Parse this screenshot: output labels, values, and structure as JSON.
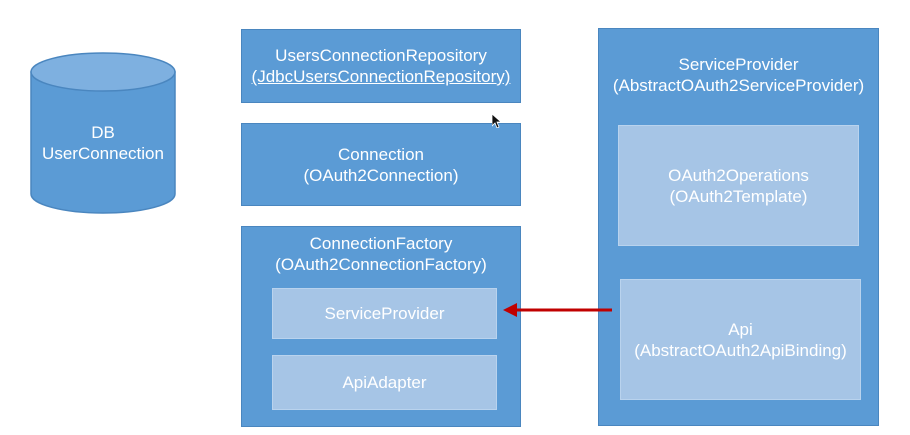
{
  "db": {
    "line1": "DB",
    "line2": "UserConnection"
  },
  "users_repo": {
    "line1": "UsersConnectionRepository",
    "line2": "(JdbcUsersConnectionRepository)"
  },
  "connection": {
    "line1": "Connection",
    "line2": "(OAuth2Connection)"
  },
  "connection_factory": {
    "line1": "ConnectionFactory",
    "line2": "(OAuth2ConnectionFactory)",
    "service_provider": "ServiceProvider",
    "api_adapter": "ApiAdapter"
  },
  "service_provider": {
    "line1": "ServiceProvider",
    "line2": "(AbstractOAuth2ServiceProvider)",
    "operations_line1": "OAuth2Operations",
    "operations_line2": "(OAuth2Template)",
    "api_line1": "Api",
    "api_line2": "(AbstractOAuth2ApiBinding)"
  },
  "colors": {
    "box": "#5b9bd5",
    "inner": "#a6c5e6",
    "arrow": "#c00000"
  }
}
